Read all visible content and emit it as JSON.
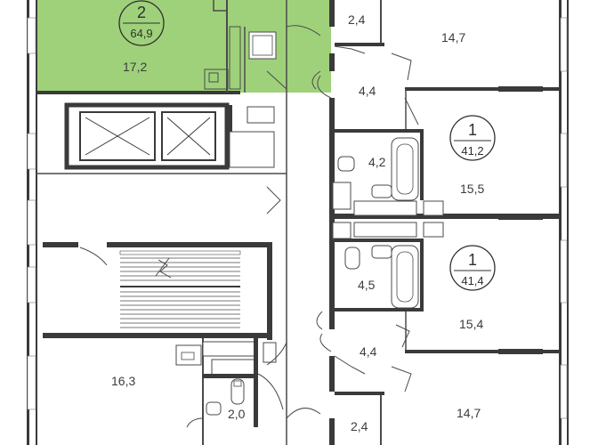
{
  "apartments": [
    {
      "id": "a2",
      "rooms": "2",
      "area": "64,9",
      "highlight": true
    },
    {
      "id": "b1",
      "rooms": "1",
      "area": "41,2",
      "highlight": false
    },
    {
      "id": "c1",
      "rooms": "1",
      "area": "41,4",
      "highlight": false
    }
  ],
  "room_areas": {
    "top_left_room": "17,2",
    "top_hall": "2,4",
    "top_right_room": "14,7",
    "hall_upper_right": "4,4",
    "bath_upper": "4,2",
    "room_upper_right": "15,5",
    "bath_lower": "4,5",
    "room_lower_right": "15,4",
    "hall_lower_right": "4,4",
    "bottom_left_room": "16,3",
    "bottom_bath_small": "2,0",
    "bottom_hall": "2,4",
    "bottom_right_room": "14,7"
  },
  "colors": {
    "highlight_fill": "#9fd17a",
    "wall": "#3a3a3a",
    "background": "#ffffff"
  }
}
